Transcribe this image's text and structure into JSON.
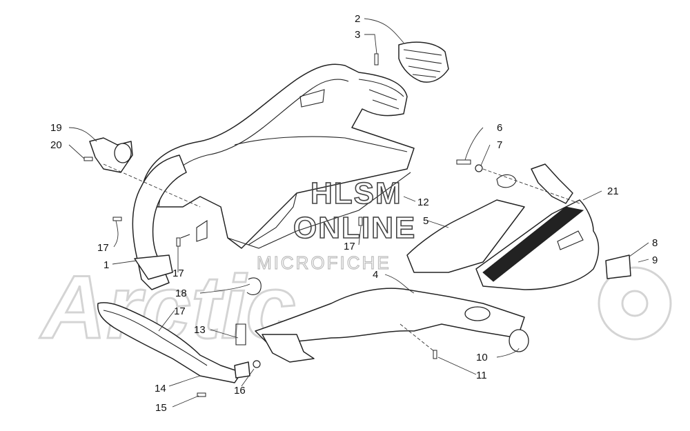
{
  "watermark": {
    "line1": "HLSM",
    "line2": "ONLINE",
    "line3": "MICROFICHE",
    "brand": "Arctic"
  },
  "labels": {
    "p1": "1",
    "p2": "2",
    "p3": "3",
    "p4": "4",
    "p5": "5",
    "p6": "6",
    "p7": "7",
    "p8": "8",
    "p9": "9",
    "p10": "10",
    "p11": "11",
    "p12": "12",
    "p13": "13",
    "p14": "14",
    "p15": "15",
    "p16": "16",
    "p17": "17",
    "p18": "18",
    "p19": "19",
    "p20": "20",
    "p21": "21"
  }
}
